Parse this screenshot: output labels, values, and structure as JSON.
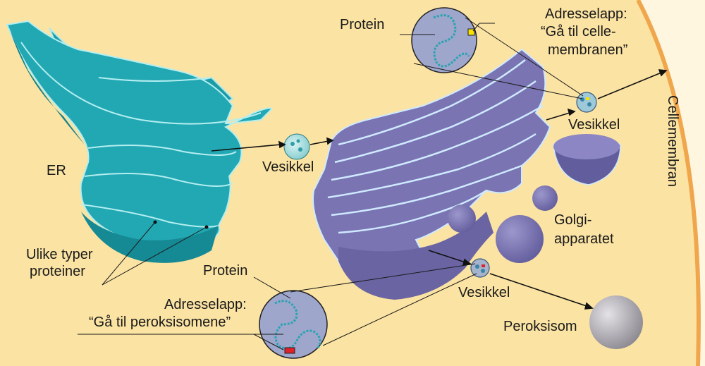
{
  "labels": {
    "er": "ER",
    "vesicle_left": "Vesikkel",
    "vesicle_top": "Vesikkel",
    "vesicle_bottom": "Vesikkel",
    "protein_top": "Protein",
    "protein_bottom": "Protein",
    "address_top_line1": "Adresselapp:",
    "address_top_line2": "“Gå til celle-",
    "address_top_line3": "membranen”",
    "address_bottom_line1": "Adresselapp:",
    "address_bottom_line2": "“Gå til peroksisomene”",
    "proteins_line1": "Ulike typer",
    "proteins_line2": "proteiner",
    "golgi_line1": "Golgi-",
    "golgi_line2": "apparatet",
    "peroxisome": "Peroksisom",
    "cell_membrane": "Cellemembran"
  },
  "colors": {
    "cytoplasm": "#fbe3a3",
    "membrane": "#f0a64c",
    "er": "#1fa9b5",
    "golgi": "#7b75b3",
    "peroxisome": "#b3b1b6",
    "tag_yellow": "#f7e200",
    "tag_red": "#e0202a"
  }
}
